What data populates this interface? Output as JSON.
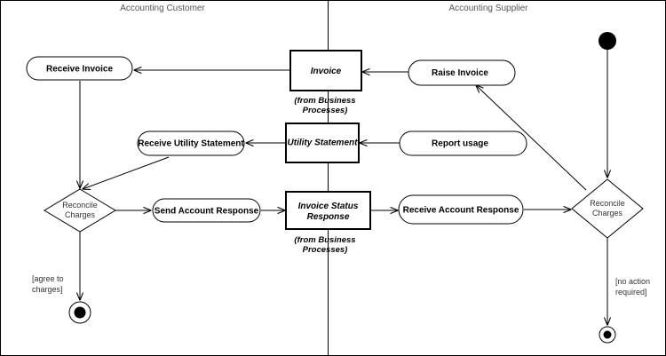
{
  "lanes": {
    "left": "Accounting Customer",
    "right": "Accounting Supplier"
  },
  "activities": {
    "receive_invoice": "Receive Invoice",
    "raise_invoice": "Raise Invoice",
    "receive_utility_statement": "Receive Utility Statement",
    "report_usage": "Report usage",
    "send_account_response": "Send Account Response",
    "receive_account_response": "Receive Account Response"
  },
  "objects": {
    "invoice": "Invoice",
    "utility_statement": "Utility Statement",
    "invoice_status_line1": "Invoice Status",
    "invoice_status_line2": "Response"
  },
  "notes": {
    "from_bp_line1": "(from Business",
    "from_bp_line2": "Processes)"
  },
  "decisions": {
    "left_line1": "Reconcile",
    "left_line2": "Charges",
    "right_line1": "Reconcile",
    "right_line2": "Charges"
  },
  "guards": {
    "agree_line1": "[agree to",
    "agree_line2": "charges]",
    "no_action_line1": "[no action",
    "no_action_line2": "required]"
  }
}
